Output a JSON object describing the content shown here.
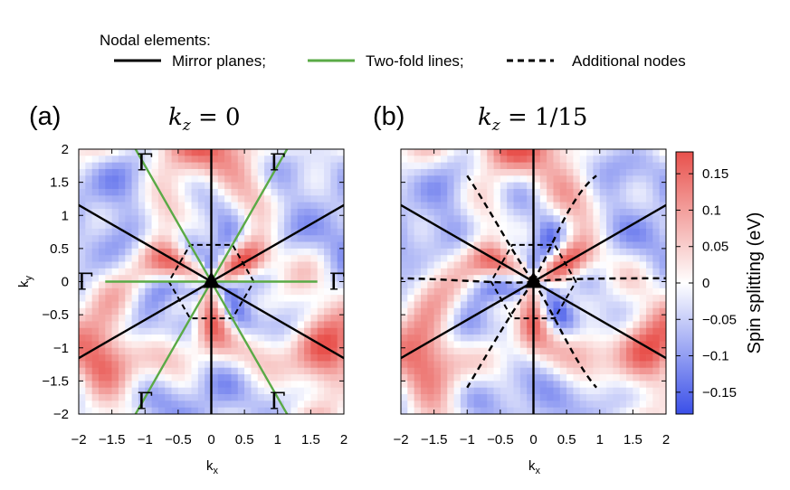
{
  "legend": {
    "heading": "Nodal elements:",
    "items": [
      {
        "label": "Mirror planes;",
        "style": "solid",
        "color": "#000000"
      },
      {
        "label": "Two-fold lines;",
        "style": "solid",
        "color": "#5aaa46"
      },
      {
        "label": "Additional nodes",
        "style": "dashed",
        "color": "#000000"
      }
    ]
  },
  "panels": [
    {
      "tag": "(a)",
      "title_base": "k",
      "title_sub": "z",
      "title_rest": " = 0"
    },
    {
      "tag": "(b)",
      "title_base": "k",
      "title_sub": "z",
      "title_rest": " = 1/15"
    }
  ],
  "point_label": "Γ",
  "colorbar": {
    "label": "Spin splitting (eV)",
    "ticks": [
      "0.15",
      "0.1",
      "0.05",
      "0",
      "−0.05",
      "−0.1",
      "−0.15"
    ],
    "tick_values": [
      0.15,
      0.1,
      0.05,
      0,
      -0.05,
      -0.1,
      -0.15
    ],
    "range": [
      -0.18,
      0.18
    ],
    "colors": {
      "low": "#3a4fe8",
      "mid": "#ffffff",
      "high": "#e8514c"
    }
  },
  "axes": {
    "xlabel_base": "k",
    "xlabel_sub": "x",
    "ylabel_base": "k",
    "ylabel_sub": "y",
    "xticks": [
      "−2",
      "−1.5",
      "−1",
      "−0.5",
      "0",
      "0.5",
      "1",
      "1.5",
      "2"
    ],
    "yticks": [
      "2",
      "1.5",
      "1",
      "0.5",
      "0",
      "−0.5",
      "−1",
      "−1.5",
      "−2"
    ],
    "xlim": [
      -2,
      2
    ],
    "ylim": [
      -2,
      2
    ]
  },
  "chart_data": [
    {
      "type": "heatmap",
      "title": "kz = 0",
      "xlabel": "kx",
      "ylabel": "ky",
      "xlim": [
        -2,
        2
      ],
      "ylim": [
        -2,
        2
      ],
      "value": "spin splitting (eV)",
      "color_range": [
        -0.18,
        0.18
      ],
      "gamma_points": [
        [
          -1.0,
          1.8
        ],
        [
          1.0,
          1.8
        ],
        [
          -1.9,
          0
        ],
        [
          1.9,
          0
        ],
        [
          -1.0,
          -1.8
        ],
        [
          1.0,
          -1.8
        ]
      ],
      "overlays": [
        "mirror planes at 90°, 30°, 150°",
        "two-fold lines at 0°, 60°, 120°",
        "Brillouin zone hexagon"
      ]
    },
    {
      "type": "heatmap",
      "title": "kz = 1/15",
      "xlabel": "kx",
      "ylabel": "ky",
      "xlim": [
        -2,
        2
      ],
      "ylim": [
        -2,
        2
      ],
      "value": "spin splitting (eV)",
      "color_range": [
        -0.18,
        0.18
      ],
      "overlays": [
        "mirror planes at 90°, 30°, 150°",
        "additional nodes (dashed, curved)",
        "Brillouin zone hexagon"
      ]
    }
  ]
}
